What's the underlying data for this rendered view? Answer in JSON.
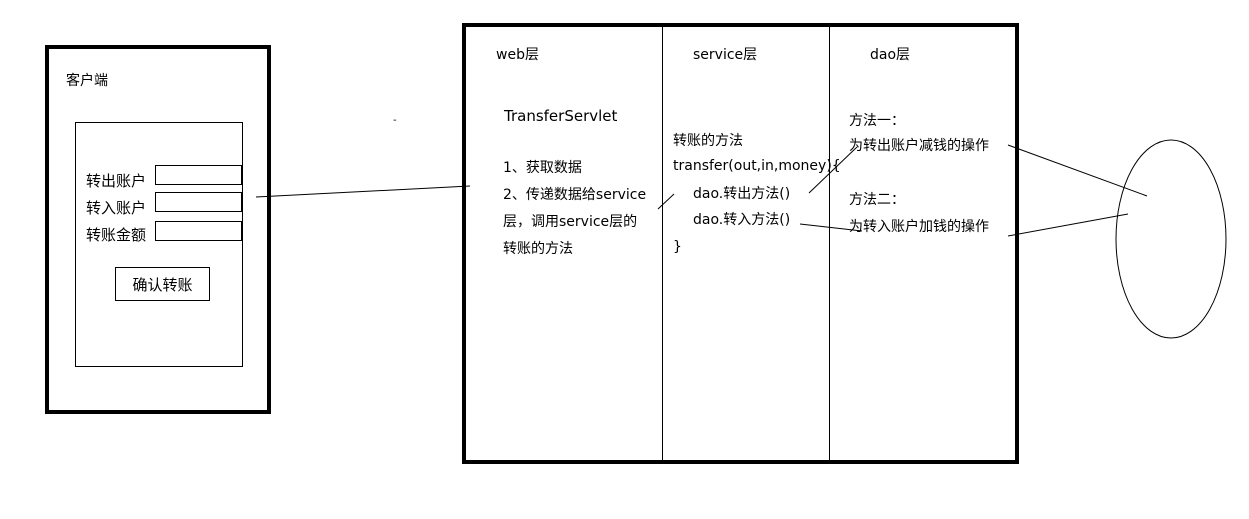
{
  "client": {
    "title": "客户端",
    "fields": [
      {
        "label": "转出账户",
        "value": ""
      },
      {
        "label": "转入账户",
        "value": ""
      },
      {
        "label": "转账金额",
        "value": ""
      }
    ],
    "confirm_label": "确认转账"
  },
  "web": {
    "title": "web层",
    "servlet": "TransferServlet",
    "lines": [
      "1、获取数据",
      "2、传递数据给service",
      "层，调用service层的",
      "转账的方法"
    ]
  },
  "service": {
    "title": "service层",
    "lines": [
      "转账的方法",
      "transfer(out,in,money){",
      "dao.转出方法()",
      "dao.转入方法()",
      "}"
    ]
  },
  "dao": {
    "title": "dao层",
    "method1_title": "方法一：",
    "method1_desc": "为转出账户减钱的操作",
    "method2_title": "方法二：",
    "method2_desc": "为转入账户加钱的操作"
  },
  "stray_mark": "-"
}
